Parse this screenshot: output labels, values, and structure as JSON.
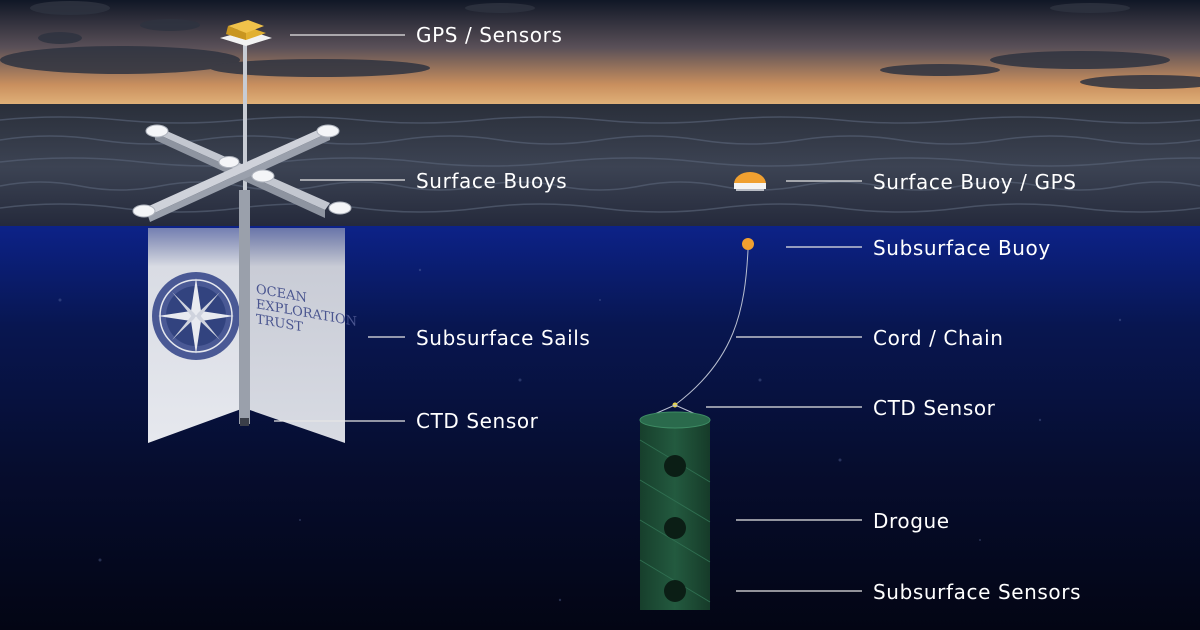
{
  "background": {
    "sky_top": "#121a2e",
    "sky_horizon": "#d9a56b",
    "ocean_surface": "#3b4352",
    "deep_water_top": "#0b1f7a",
    "deep_water_bottom": "#030514"
  },
  "colors": {
    "accent_orange": "#f0a030",
    "drogue_green": "#1f5138",
    "sail_white": "#e8eaf0",
    "label_text": "#ffffff",
    "leader_line": "#e6e6e6"
  },
  "sail_logo": {
    "lines": [
      "OCEAN",
      "EXPLORATION",
      "TRUST"
    ],
    "icon": "compass-rose-icon"
  },
  "labels": {
    "left": [
      {
        "id": "gps",
        "text": "GPS / Sensors"
      },
      {
        "id": "buoys",
        "text": "Surface Buoys"
      },
      {
        "id": "sails",
        "text": "Subsurface Sails"
      },
      {
        "id": "ctd",
        "text": "CTD Sensor"
      }
    ],
    "right": [
      {
        "id": "buoy_gps",
        "text": "Surface Buoy / GPS"
      },
      {
        "id": "sub_buoy",
        "text": "Subsurface Buoy"
      },
      {
        "id": "cord",
        "text": "Cord / Chain"
      },
      {
        "id": "ctd",
        "text": "CTD Sensor"
      },
      {
        "id": "drogue",
        "text": "Drogue"
      },
      {
        "id": "sensors",
        "text": "Subsurface Sensors"
      }
    ]
  }
}
